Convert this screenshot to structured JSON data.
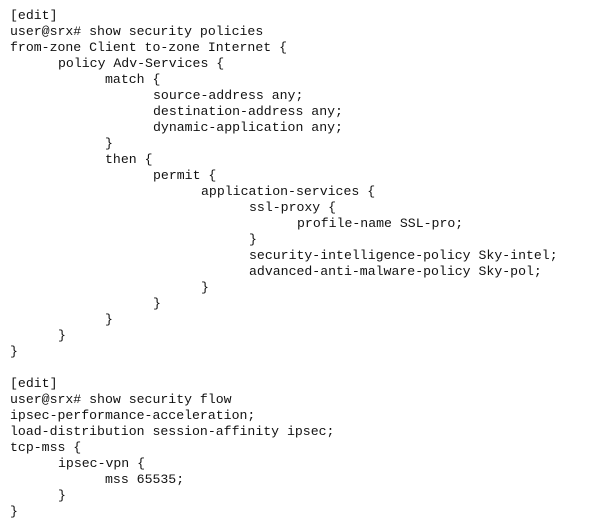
{
  "terminal": {
    "text_color": "#111111",
    "background_color": "#ffffff",
    "lines": [
      "[edit]",
      "user@srx# show security policies",
      "from-zone Client to-zone Internet {",
      "policy Adv-Services {",
      "match {",
      "source-address any;",
      "destination-address any;",
      "dynamic-application any;",
      "}",
      "then {",
      "permit {",
      "application-services {",
      "ssl-proxy {",
      "profile-name SSL-pro;",
      "}",
      "security-intelligence-policy Sky-intel;",
      "advanced-anti-malware-policy Sky-pol;",
      "}",
      "}",
      "}",
      "}",
      "}",
      "[edit]",
      "user@srx# show security flow",
      "ipsec-performance-acceleration;",
      "load-distribution session-affinity ipsec;",
      "tcp-mss {",
      "ipsec-vpn {",
      "mss 65535;",
      "}",
      "}"
    ]
  }
}
